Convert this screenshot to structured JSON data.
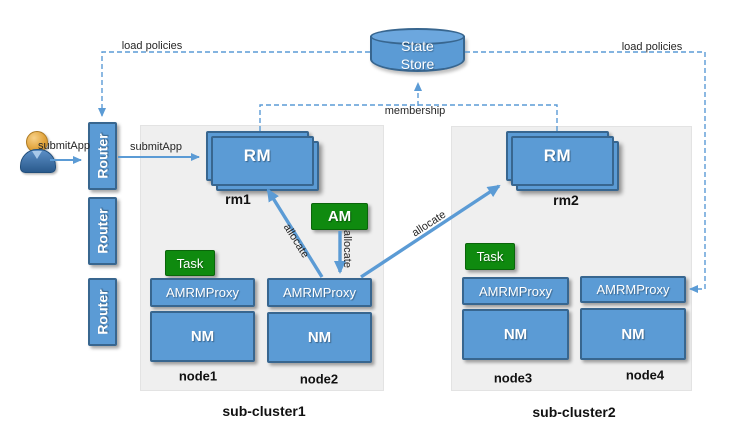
{
  "colors": {
    "accent_blue": "#5b9bd5",
    "border_blue": "#38668f",
    "green": "#0f8a0f",
    "cluster_gray": "#efefef",
    "text_dark": "#111111"
  },
  "user_flow": {
    "submit_app_user": "submitApp",
    "submit_app_router": "submitApp"
  },
  "policy_edges": {
    "load_left": "load policies",
    "load_right": "load policies",
    "membership": "membership"
  },
  "allocate_edges": {
    "to_rm1": "allocate",
    "from_am": "allocate",
    "to_rm2": "allocate"
  },
  "state_store": {
    "line1": "State",
    "line2": "Store"
  },
  "routers": [
    {
      "label": "Router"
    },
    {
      "label": "Router"
    },
    {
      "label": "Router"
    }
  ],
  "am_box": {
    "label": "AM"
  },
  "clusters": [
    {
      "label": "sub-cluster1",
      "rm": {
        "box": "RM",
        "name": "rm1"
      },
      "nodes": [
        {
          "name": "node1",
          "task": "Task",
          "proxy": "AMRMProxy",
          "nm": "NM"
        },
        {
          "name": "node2",
          "proxy": "AMRMProxy",
          "nm": "NM"
        }
      ]
    },
    {
      "label": "sub-cluster2",
      "rm": {
        "box": "RM",
        "name": "rm2"
      },
      "nodes": [
        {
          "name": "node3",
          "task": "Task",
          "proxy": "AMRMProxy",
          "nm": "NM"
        },
        {
          "name": "node4",
          "proxy": "AMRMProxy",
          "nm": "NM"
        }
      ]
    }
  ]
}
